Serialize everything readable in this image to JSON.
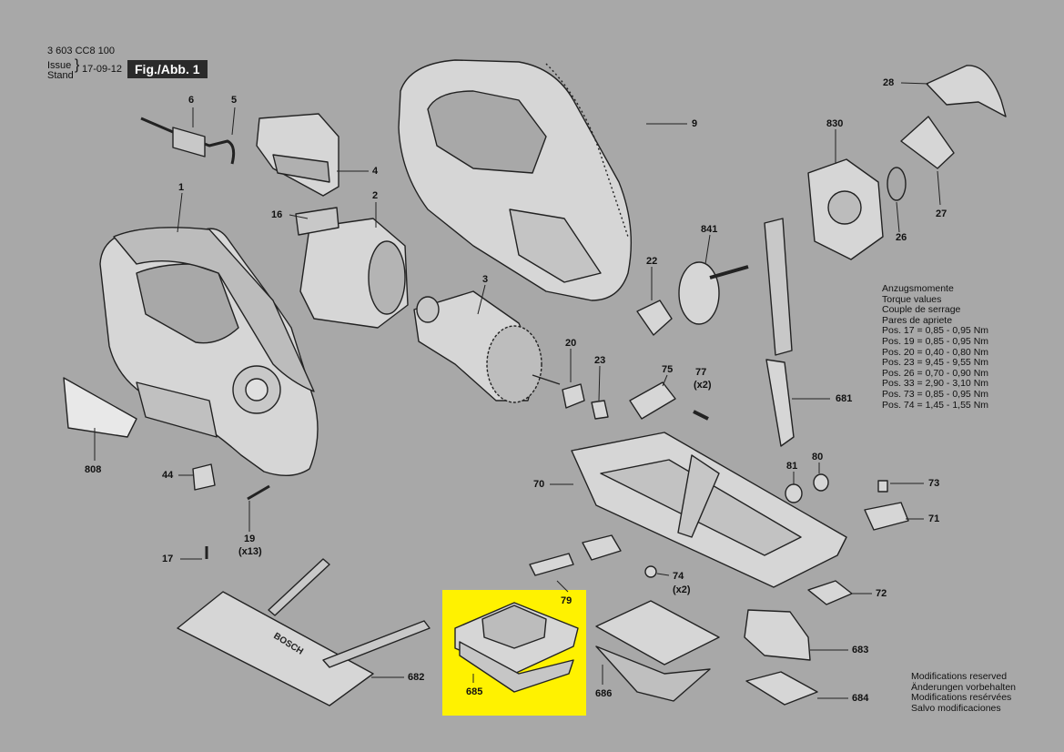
{
  "header": {
    "doc_number": "3 603 CC8 100",
    "issue_label": "Issue",
    "stand_label": "Stand",
    "issue_date": "17-09-12",
    "figure": "Fig./Abb. 1"
  },
  "parts": [
    {
      "id": "p6",
      "label": "6"
    },
    {
      "id": "p5",
      "label": "5"
    },
    {
      "id": "p4",
      "label": "4"
    },
    {
      "id": "p1",
      "label": "1"
    },
    {
      "id": "p16",
      "label": "16"
    },
    {
      "id": "p2",
      "label": "2"
    },
    {
      "id": "p9",
      "label": "9"
    },
    {
      "id": "p28",
      "label": "28"
    },
    {
      "id": "p830",
      "label": "830"
    },
    {
      "id": "p27",
      "label": "27"
    },
    {
      "id": "p26",
      "label": "26"
    },
    {
      "id": "p841",
      "label": "841"
    },
    {
      "id": "p22",
      "label": "22"
    },
    {
      "id": "p3",
      "label": "3"
    },
    {
      "id": "p20",
      "label": "20"
    },
    {
      "id": "p23",
      "label": "23"
    },
    {
      "id": "p75",
      "label": "75"
    },
    {
      "id": "p77",
      "label": "77"
    },
    {
      "id": "p77q",
      "label": "(x2)"
    },
    {
      "id": "p681",
      "label": "681"
    },
    {
      "id": "p808",
      "label": "808"
    },
    {
      "id": "p44",
      "label": "44"
    },
    {
      "id": "p19",
      "label": "19"
    },
    {
      "id": "p19q",
      "label": "(x13)"
    },
    {
      "id": "p17",
      "label": "17"
    },
    {
      "id": "p70",
      "label": "70"
    },
    {
      "id": "p81",
      "label": "81"
    },
    {
      "id": "p80",
      "label": "80"
    },
    {
      "id": "p73",
      "label": "73"
    },
    {
      "id": "p71",
      "label": "71"
    },
    {
      "id": "p74",
      "label": "74"
    },
    {
      "id": "p74q",
      "label": "(x2)"
    },
    {
      "id": "p79",
      "label": "79"
    },
    {
      "id": "p72",
      "label": "72"
    },
    {
      "id": "p683",
      "label": "683"
    },
    {
      "id": "p682",
      "label": "682"
    },
    {
      "id": "p685",
      "label": "685"
    },
    {
      "id": "p686",
      "label": "686"
    },
    {
      "id": "p684",
      "label": "684"
    }
  ],
  "torque_values": [
    "Anzugsmomente",
    "Torque values",
    "Couple de serrage",
    "Pares de apriete",
    "Pos. 17 = 0,85 - 0,95 Nm",
    "Pos. 19 = 0,85 - 0,95 Nm",
    "Pos. 20 = 0,40 - 0,80 Nm",
    "Pos. 23 = 9,45 - 9,55 Nm",
    "Pos. 26 = 0,70 - 0,90 Nm",
    "Pos. 33 = 2,90 - 3,10 Nm",
    "Pos. 73 = 0,85 - 0,95 Nm",
    "Pos. 74 = 1,45 - 1,55 Nm"
  ],
  "modifications_notice": [
    "Modifications reserved",
    "Änderungen vorbehalten",
    "Modifications resérvées",
    "Salvo modificaciones"
  ],
  "highlight_color": "#fff200",
  "brand_text": "BOSCH"
}
